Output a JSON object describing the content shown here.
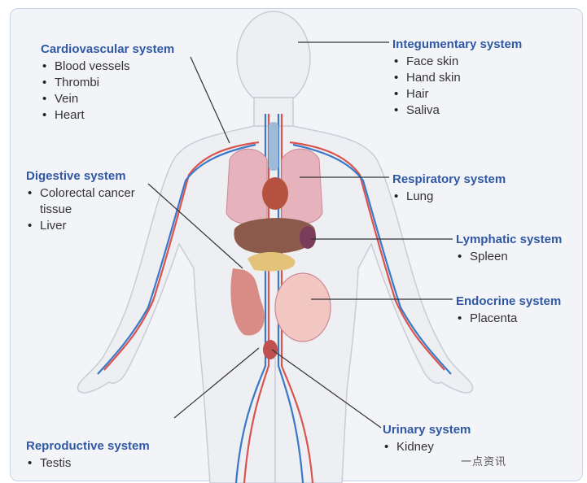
{
  "systems": [
    {
      "title": "Cardiovascular system",
      "items": [
        "Blood vessels",
        "Thrombi",
        "Vein",
        "Heart"
      ]
    },
    {
      "title": "Integumentary system",
      "items": [
        "Face skin",
        "Hand skin",
        "Hair",
        "Saliva"
      ]
    },
    {
      "title": "Digestive system",
      "items": [
        "Colorectal cancer tissue",
        "Liver"
      ]
    },
    {
      "title": "Respiratory system",
      "items": [
        "Lung"
      ]
    },
    {
      "title": "Lymphatic system",
      "items": [
        "Spleen"
      ]
    },
    {
      "title": "Endocrine system",
      "items": [
        "Placenta"
      ]
    },
    {
      "title": "Reproductive system",
      "items": [
        "Testis"
      ]
    },
    {
      "title": "Urinary system",
      "items": [
        "Kidney"
      ]
    }
  ],
  "colors": {
    "title": "#2f58a5",
    "text": "#333333",
    "body_fill": "#eeeff3",
    "body_stroke": "#c9ccd6",
    "artery": "#d9534f",
    "vein": "#3a78c8",
    "leader_line": "#333333"
  },
  "watermark": "一点资讯"
}
